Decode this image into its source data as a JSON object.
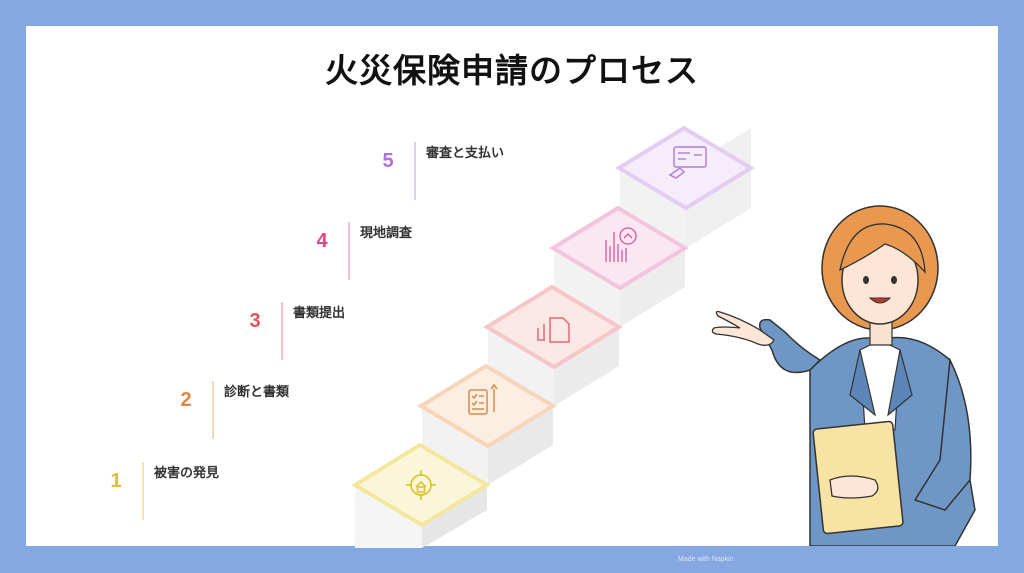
{
  "title": "火災保険申請のプロセス",
  "steps": [
    {
      "num": "1",
      "label": "被害の発見",
      "color": "#dcc21e",
      "bar": "#f1e7a6",
      "icon": "home-target-icon"
    },
    {
      "num": "2",
      "label": "診断と書類",
      "color": "#e0873a",
      "bar": "#f5d6b8",
      "icon": "checklist-pen-icon"
    },
    {
      "num": "3",
      "label": "書類提出",
      "color": "#e2535a",
      "bar": "#f4c0c2",
      "icon": "documents-icon"
    },
    {
      "num": "4",
      "label": "現地調査",
      "color": "#d9478c",
      "bar": "#f2c1da",
      "icon": "city-inspection-icon"
    },
    {
      "num": "5",
      "label": "審査と支払い",
      "color": "#b06fdc",
      "bar": "#e3cdf3",
      "icon": "check-payment-icon"
    }
  ],
  "credit": "Made with Napkin"
}
